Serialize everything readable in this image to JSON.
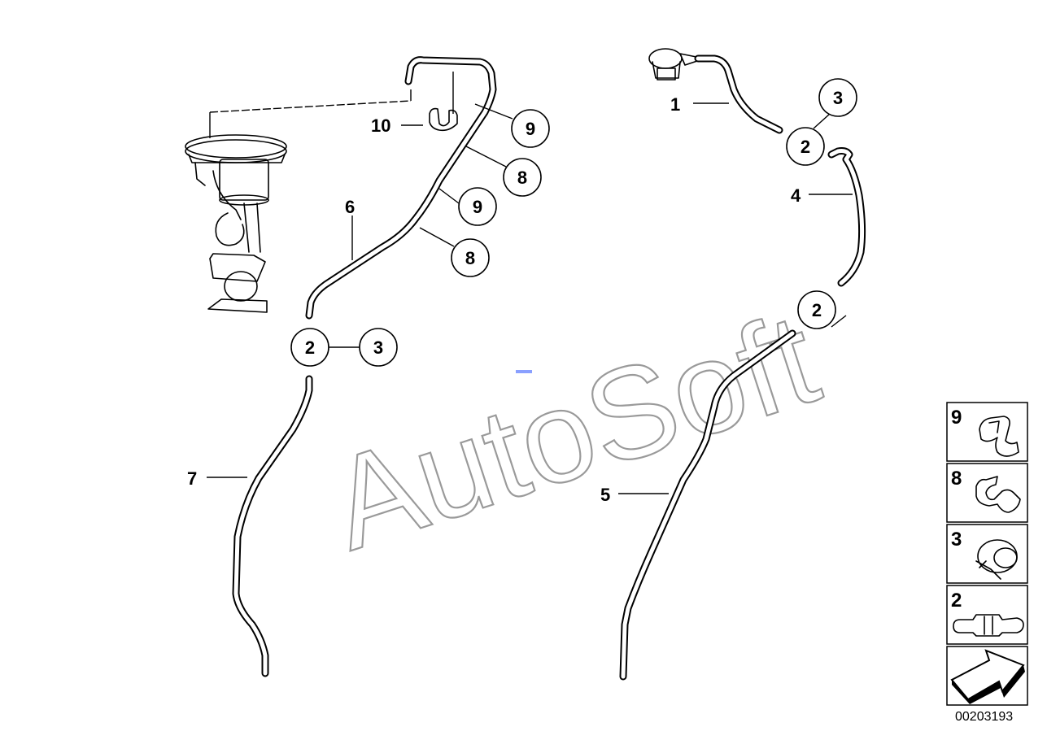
{
  "diagram": {
    "id": "00203193",
    "watermark": "AutoSoft",
    "callouts": {
      "p1": "1",
      "p4": "4",
      "p5": "5",
      "p6": "6",
      "p7": "7",
      "p10": "10"
    },
    "circles": {
      "c9a": "9",
      "c8a": "8",
      "c9b": "9",
      "c8b": "8",
      "c2a": "2",
      "c3a": "3",
      "c3b": "3",
      "c2b": "2",
      "c2c": "2"
    },
    "legend": {
      "items": [
        {
          "num": "9"
        },
        {
          "num": "8"
        },
        {
          "num": "3"
        },
        {
          "num": "2"
        }
      ]
    }
  }
}
